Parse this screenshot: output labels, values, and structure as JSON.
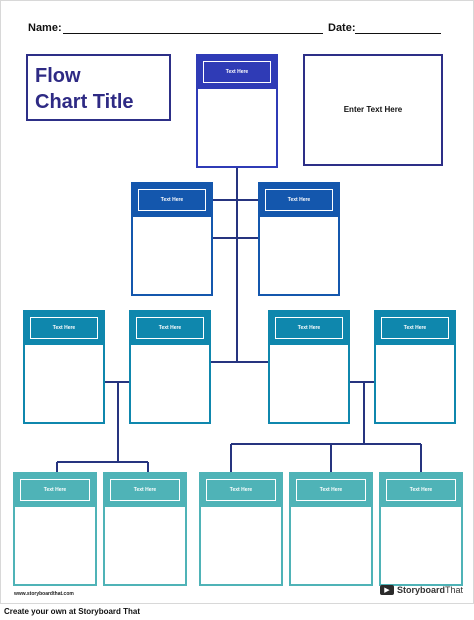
{
  "header": {
    "name_label": "Name:",
    "date_label": "Date:"
  },
  "title_box": {
    "text": "Flow\nChart Title"
  },
  "side_box": {
    "text": "Enter Text Here"
  },
  "colors": {
    "level1": "#2f3bb6",
    "level2": "#1457ad",
    "level3": "#0f87ad",
    "level4": "#4fb3b7",
    "connector": "#26347f"
  },
  "cards": [
    {
      "label": "Text Here",
      "level": "level1"
    },
    {
      "label": "Text Here",
      "level": "level2"
    },
    {
      "label": "Text Here",
      "level": "level2"
    },
    {
      "label": "Text Here",
      "level": "level3"
    },
    {
      "label": "Text Here",
      "level": "level3"
    },
    {
      "label": "Text Here",
      "level": "level3"
    },
    {
      "label": "Text Here",
      "level": "level3"
    },
    {
      "label": "Text Here",
      "level": "level4"
    },
    {
      "label": "Text Here",
      "level": "level4"
    },
    {
      "label": "Text Here",
      "level": "level4"
    },
    {
      "label": "Text Here",
      "level": "level4"
    },
    {
      "label": "Text Here",
      "level": "level4"
    }
  ],
  "footer": {
    "url": "www.storyboardthat.com",
    "logo_icon": "storyboard-icon",
    "logo_text_a": "Storyboard",
    "logo_text_b": "That"
  },
  "caption": "Create your own at Storyboard That"
}
